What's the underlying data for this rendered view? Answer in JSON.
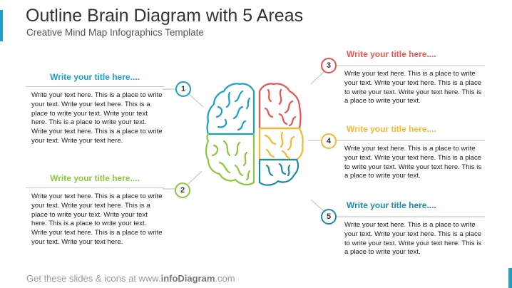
{
  "header": {
    "title": "Outline Brain Diagram with 5 Areas",
    "subtitle": "Creative Mind Map Infographics Template"
  },
  "footer": {
    "prefix": "Get these slides & icons at www.",
    "brand": "infoDiagram",
    "suffix": ".com"
  },
  "colors": {
    "blue": "#1aa0c8",
    "green": "#8dc63f",
    "red": "#e8554e",
    "yellow": "#f7b731",
    "teal": "#1a8ea0"
  },
  "areas": [
    {
      "number": "1",
      "title": "Write your title here....",
      "text": "Write your text here. This is a place to write your text. Write your text here. This is a place to write your text. Write your text here. This is a place to write your text. Write your text here. This is a place to write your text. Write your text here."
    },
    {
      "number": "2",
      "title": "Write your title here....",
      "text": "Write your text here. This is a place to write your text. Write your text here. This is a place to write your text. Write your text here. This is a place to write your text. Write your text here. This is a place to write your text. Write your text here."
    },
    {
      "number": "3",
      "title": "Write your title here....",
      "text": "Write your text here. This is a place to write your text. Write your text here. This is a place to write your text. Write your text here. This is a place to write your text."
    },
    {
      "number": "4",
      "title": "Write your title here....",
      "text": "Write your text here. This is a place to write your text. Write your text here. This is a place to write your text. Write your text here. This is a place to write your text."
    },
    {
      "number": "5",
      "title": "Write your title here....",
      "text": "Write your text here. This is a place to write your text. Write your text here. This is a place to write your text. Write your text here. This is a place to write your text."
    }
  ]
}
